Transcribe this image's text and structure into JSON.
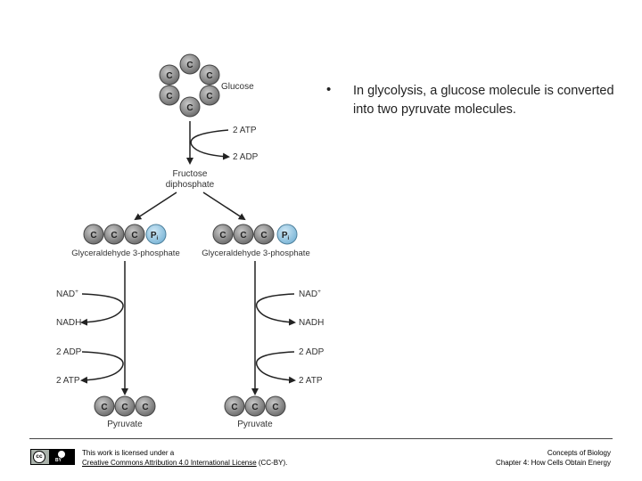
{
  "diagram": {
    "glucose": {
      "atom": "C",
      "label": "Glucose"
    },
    "step1": {
      "input": "2 ATP",
      "output": "2 ADP"
    },
    "intermediate": {
      "line1": "Fructose",
      "line2": "diphosphate"
    },
    "g3p": {
      "atoms": [
        "C",
        "C",
        "C"
      ],
      "phosphate": "P",
      "phosphate_sub": "i",
      "label": "Glyceraldehyde 3-phosphate"
    },
    "step2": {
      "input": "NAD",
      "input_sup": "+",
      "output": "NADH"
    },
    "step3": {
      "input": "2 ADP",
      "output": "2 ATP"
    },
    "pyruvate": {
      "atoms": [
        "C",
        "C",
        "C"
      ],
      "label": "Pyruvate"
    }
  },
  "bullet": {
    "symbol": "•",
    "text": "In glycolysis, a glucose molecule is converted into two pyruvate molecules."
  },
  "footer": {
    "license_prefix": "This work is licensed under a",
    "license_link": "Creative Commons Attribution 4.0 International License",
    "license_suffix": " (CC-BY).",
    "book": "Concepts of Biology",
    "chapter": "Chapter 4: How Cells Obtain Energy"
  },
  "colors": {
    "carbon_fill": "#8a8a8a",
    "phosphate_fill": "#8ec3df",
    "line": "#222222"
  }
}
